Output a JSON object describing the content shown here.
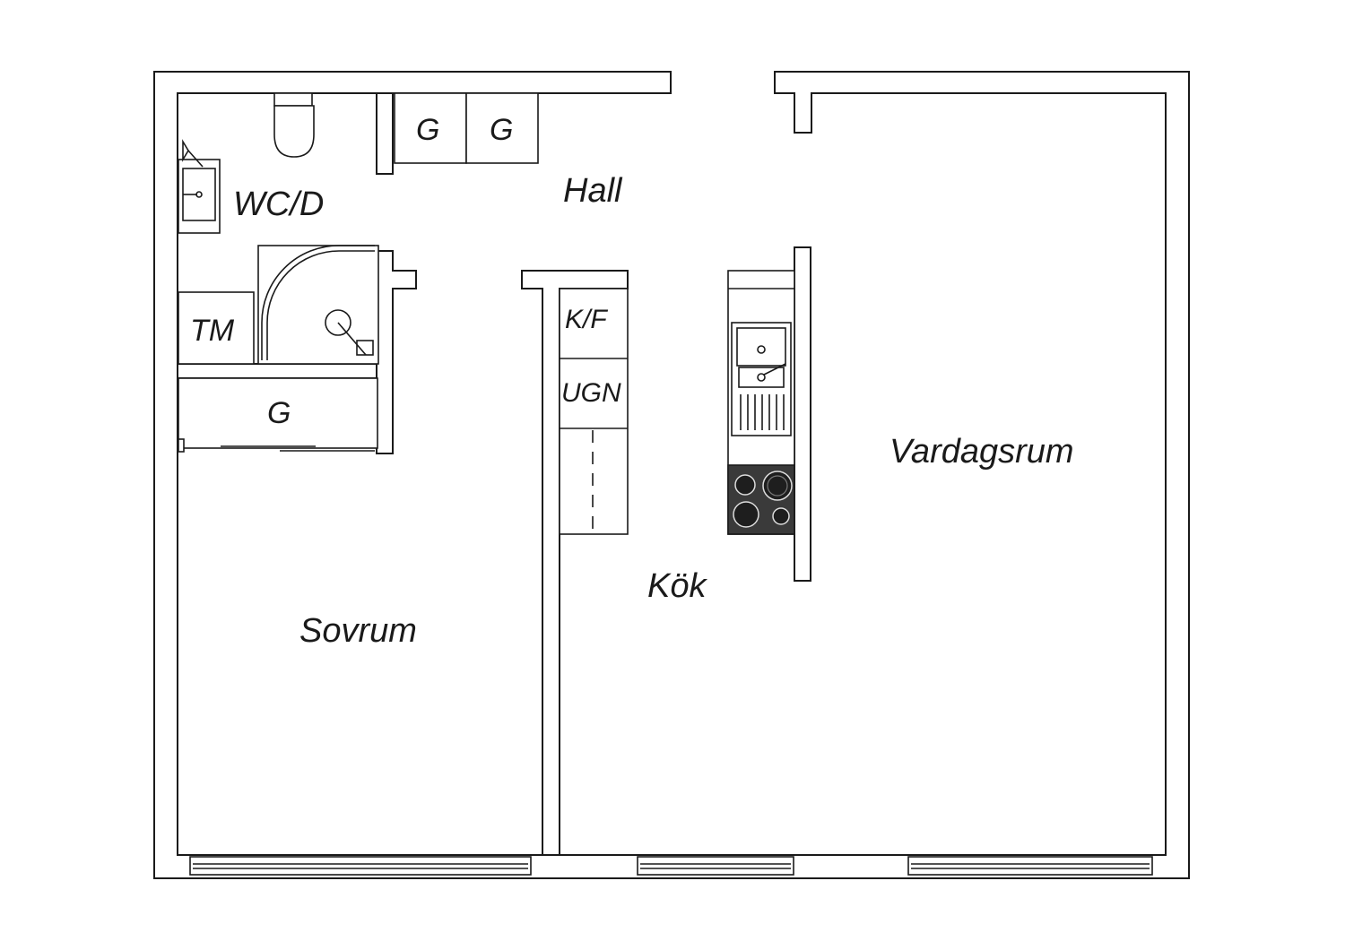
{
  "plan": {
    "rooms": {
      "hall": "Hall",
      "wc": "WC/D",
      "bedroom": "Sovrum",
      "kitchen": "Kök",
      "living": "Vardagsrum"
    },
    "fixtures": {
      "wardrobe_hall_1": "G",
      "wardrobe_hall_2": "G",
      "wardrobe_bedroom": "G",
      "washer": "TM",
      "fridge": "K/F",
      "oven": "UGN"
    },
    "colors": {
      "line": "#1a1a1a",
      "background": "#ffffff",
      "stove": "#3a3a3a"
    }
  }
}
